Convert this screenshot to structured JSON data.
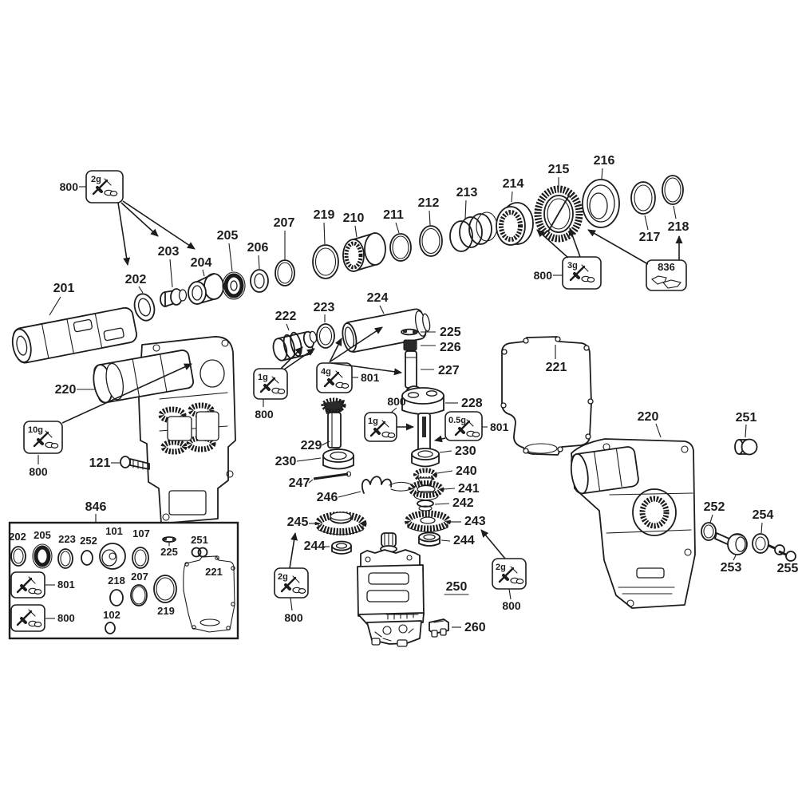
{
  "diagram_type": "exploded-parts-diagram",
  "colors": {
    "background": "#ffffff",
    "line": "#1c1c1c",
    "dark_fill": "#2a2a2a"
  },
  "part_labels": {
    "101": "101",
    "102": "102",
    "107": "107",
    "121": "121",
    "201": "201",
    "202": "202",
    "203": "203",
    "204": "204",
    "205": "205",
    "206": "206",
    "207": "207",
    "210": "210",
    "211": "211",
    "212": "212",
    "213": "213",
    "214": "214",
    "215": "215",
    "216": "216",
    "217": "217",
    "218": "218",
    "219": "219",
    "220": "220",
    "221": "221",
    "222": "222",
    "223": "223",
    "224": "224",
    "225": "225",
    "226": "226",
    "227": "227",
    "228": "228",
    "229": "229",
    "230": "230",
    "240": "240",
    "241": "241",
    "242": "242",
    "243": "243",
    "244": "244",
    "245": "245",
    "246": "246",
    "247": "247",
    "250": "250",
    "251": "251",
    "252": "252",
    "253": "253",
    "254": "254",
    "255": "255",
    "260": "260",
    "800": "800",
    "801": "801",
    "836": "836",
    "846": "846"
  },
  "grease_amounts": {
    "g05": "0.5g",
    "g1": "1g",
    "g2": "2g",
    "g3": "3g",
    "g4": "4g",
    "g10": "10g"
  }
}
